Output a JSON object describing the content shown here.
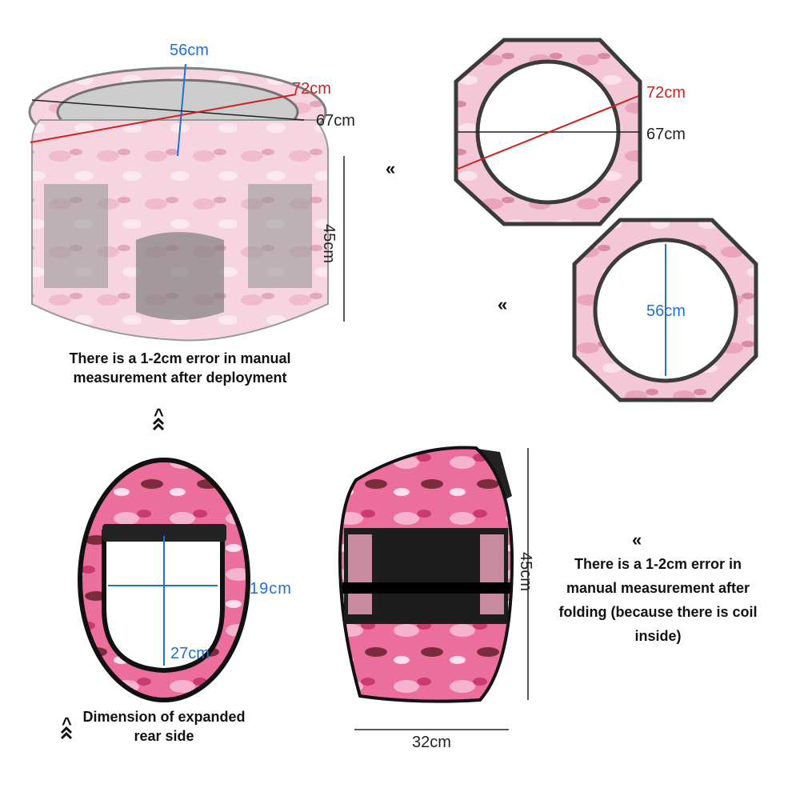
{
  "playpen": {
    "top_diameter": "56cm",
    "diagonal": "72cm",
    "width": "67cm",
    "height": "45cm",
    "note": "There is a 1-2cm error in manual measurement after deployment"
  },
  "octagon_top": {
    "diagonal": "72cm",
    "width": "67cm"
  },
  "octagon_bottom": {
    "diameter": "56cm"
  },
  "rear_side": {
    "width": "19cm",
    "height": "27cm",
    "caption": "Dimension of expanded rear side"
  },
  "folded": {
    "height": "45cm",
    "width": "32cm",
    "note": "There is a 1-2cm error in manual measurement after folding (because there is coil inside)"
  },
  "arrows": {
    "left": "«",
    "up": "^"
  },
  "colors": {
    "blue": "#1f6fd6",
    "red": "#d11f1f",
    "pink": "#f2b6cc",
    "hot_pink": "#e8588f",
    "frame": "#3b3b3b"
  }
}
